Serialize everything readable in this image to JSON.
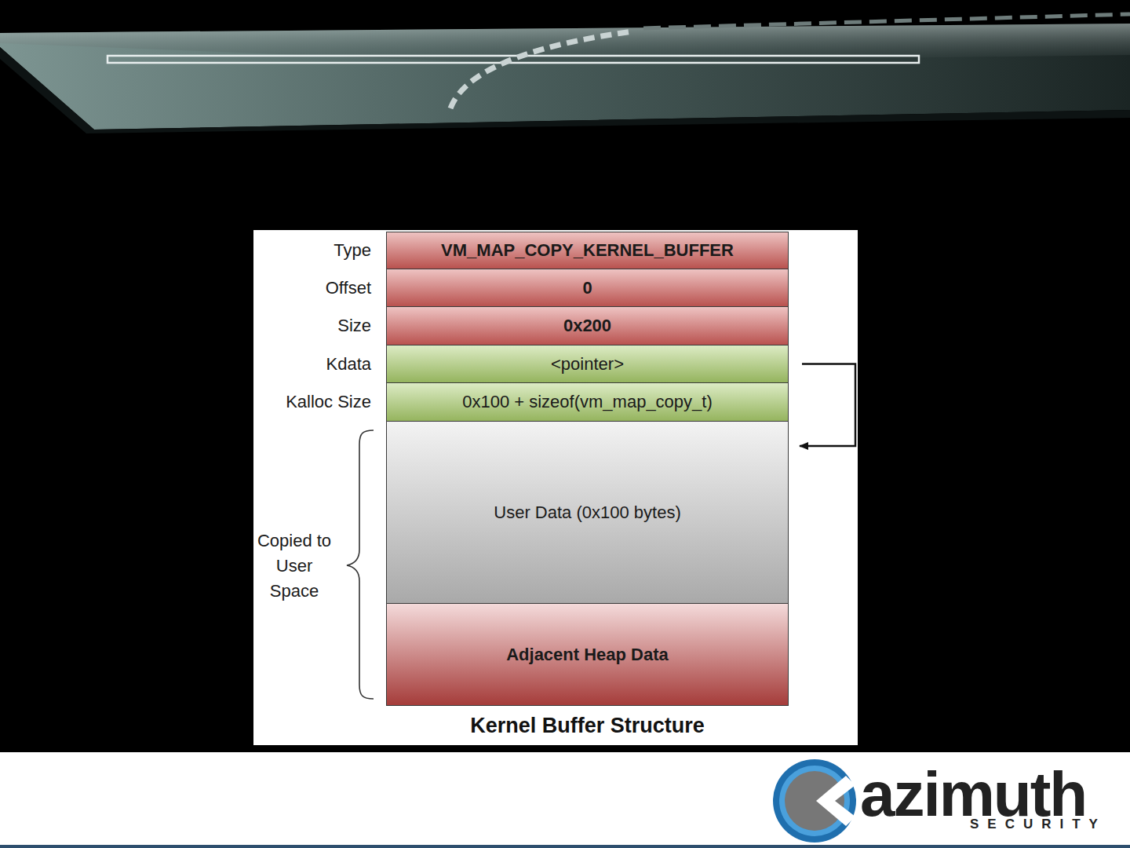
{
  "diagram": {
    "caption": "Kernel Buffer Structure",
    "nodes": [
      {
        "text": [
          "Type",
          "VM_MAP_COPY_KERNEL_BUFFER"
        ]
      },
      {
        "text": [
          "Offset",
          "0"
        ]
      },
      {
        "text": [
          "Size",
          "0x200"
        ]
      },
      {
        "text": [
          "Kdata",
          "<pointer>"
        ]
      },
      {
        "text": [
          "Kalloc Size",
          "0x100 + sizeof(vm_map_copy_t)"
        ]
      },
      {
        "text": [
          "User Data (0x100 bytes)"
        ]
      },
      {
        "text": [
          "Adjacent Heap Data"
        ]
      }
    ],
    "edges": [
      {
        "from": 3,
        "to": 5,
        "arrow": "to"
      }
    ],
    "labels": [
      "Copied to User Space",
      "azimuth",
      "SECURITY"
    ]
  }
}
